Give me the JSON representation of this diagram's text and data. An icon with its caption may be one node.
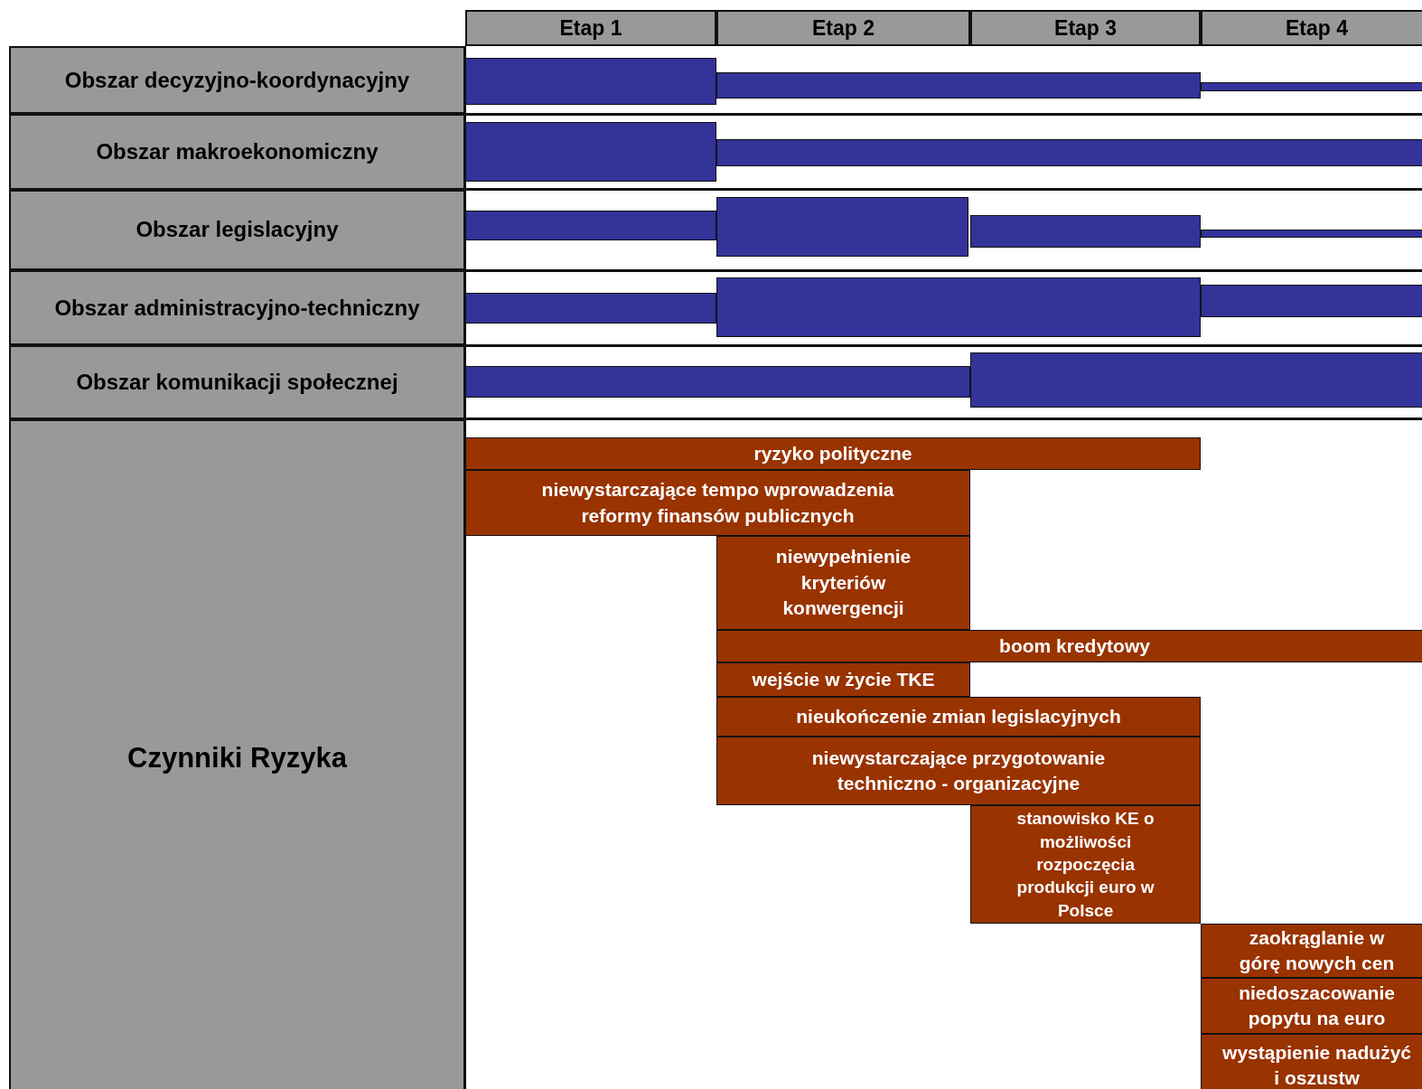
{
  "diagram": {
    "nodes": [
      {
        "text": [
          "Etap 1"
        ]
      },
      {
        "text": [
          "Etap 2"
        ]
      },
      {
        "text": [
          "Etap 3"
        ]
      },
      {
        "text": [
          "Etap 4"
        ]
      },
      {
        "text": [
          "Obszar decyzyjno-koordynacyjny"
        ]
      },
      {
        "text": [],
        "shape": "bar"
      },
      {
        "text": [],
        "shape": "bar"
      },
      {
        "text": [],
        "shape": "bar"
      },
      {
        "text": [
          "Obszar makroekonomiczny"
        ]
      },
      {
        "text": [],
        "shape": "bar"
      },
      {
        "text": [],
        "shape": "bar"
      },
      {
        "text": [
          "Obszar legislacyjny"
        ]
      },
      {
        "text": [],
        "shape": "bar"
      },
      {
        "text": [],
        "shape": "bar"
      },
      {
        "text": [],
        "shape": "bar"
      },
      {
        "text": [],
        "shape": "bar"
      },
      {
        "text": [
          "Obszar administracyjno-techniczny"
        ]
      },
      {
        "text": [],
        "shape": "bar"
      },
      {
        "text": [],
        "shape": "bar"
      },
      {
        "text": [],
        "shape": "bar"
      },
      {
        "text": [
          "Obszar komunikacji społecznej"
        ]
      },
      {
        "text": [],
        "shape": "bar"
      },
      {
        "text": [],
        "shape": "bar"
      },
      {
        "text": [
          "Czynniki Ryzyka"
        ]
      },
      {
        "text": [
          "ryzyko  polityczne"
        ]
      },
      {
        "text": [
          "niewystarczające tempo wprowadzenia reformy finansów publicznych"
        ]
      },
      {
        "text": [
          "niewypełnienie kryteriów konwergencji"
        ]
      },
      {
        "text": [
          "boom kredytowy"
        ]
      },
      {
        "text": [
          "wejście w życie TKE"
        ]
      },
      {
        "text": [
          "nieukończenie zmian legislacyjnych"
        ]
      },
      {
        "text": [
          "niewystarczające przygotowanie techniczno - organizacyjne"
        ]
      },
      {
        "text": [
          "stanowisko KE o możliwości rozpoczęcia produkcji euro w Polsce"
        ]
      },
      {
        "text": [
          "zaokrąglanie w górę nowych cen"
        ]
      },
      {
        "text": [
          "niedoszacowanie popytu na euro"
        ]
      },
      {
        "text": [
          "wystąpienie nadużyć i oszustw"
        ]
      }
    ]
  }
}
